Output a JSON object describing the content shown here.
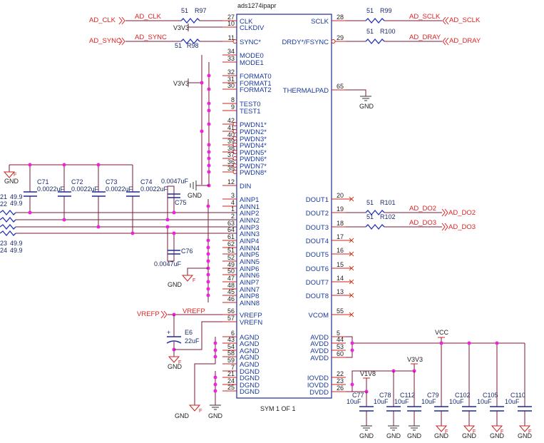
{
  "schematic": {
    "part_name": "ads1274ipapr",
    "symbol_label": "SYM 1 OF 1",
    "left_pins": [
      {
        "num": "27",
        "name": "CLK"
      },
      {
        "num": "10",
        "name": "CLKDIV"
      },
      {
        "num": "11",
        "name": "SYNC*"
      },
      {
        "num": "34",
        "name": "MODE0"
      },
      {
        "num": "33",
        "name": "MODE1"
      },
      {
        "num": "32",
        "name": "FORMAT0"
      },
      {
        "num": "31",
        "name": "FORMAT1"
      },
      {
        "num": "30",
        "name": "FORMAT2"
      },
      {
        "num": "8",
        "name": "TEST0"
      },
      {
        "num": "9",
        "name": "TEST1"
      },
      {
        "num": "42",
        "name": "PWDN1*"
      },
      {
        "num": "41",
        "name": "PWDN2*"
      },
      {
        "num": "40",
        "name": "PWDN3*"
      },
      {
        "num": "39",
        "name": "PWDN4*"
      },
      {
        "num": "38",
        "name": "PWDN5*"
      },
      {
        "num": "37",
        "name": "PWDN6*"
      },
      {
        "num": "36",
        "name": "PWDN7*"
      },
      {
        "num": "35",
        "name": "PWDN8*"
      },
      {
        "num": "12",
        "name": "DIN"
      },
      {
        "num": "3",
        "name": "AINP1"
      },
      {
        "num": "4",
        "name": "AINN1"
      },
      {
        "num": "1",
        "name": "AINP2"
      },
      {
        "num": "2",
        "name": "AINN2"
      },
      {
        "num": "63",
        "name": "AINP3"
      },
      {
        "num": "64",
        "name": "AINN3"
      },
      {
        "num": "61",
        "name": "AINP4"
      },
      {
        "num": "62",
        "name": "AINN4"
      },
      {
        "num": "51",
        "name": "AINP5"
      },
      {
        "num": "52",
        "name": "AINN5"
      },
      {
        "num": "49",
        "name": "AINP6"
      },
      {
        "num": "50",
        "name": "AINN6"
      },
      {
        "num": "47",
        "name": "AINP7"
      },
      {
        "num": "48",
        "name": "AINN7"
      },
      {
        "num": "45",
        "name": "AINP8"
      },
      {
        "num": "46",
        "name": "AINN8"
      },
      {
        "num": "56",
        "name": "VREFP"
      },
      {
        "num": "57",
        "name": "VREFN"
      },
      {
        "num": "6",
        "name": "AGND"
      },
      {
        "num": "43",
        "name": "AGND"
      },
      {
        "num": "54",
        "name": "AGND"
      },
      {
        "num": "58",
        "name": "AGND"
      },
      {
        "num": "59",
        "name": "AGND"
      },
      {
        "num": "7",
        "name": "DGND"
      },
      {
        "num": "21",
        "name": "DGND"
      },
      {
        "num": "24",
        "name": "DGND"
      },
      {
        "num": "25",
        "name": "DGND"
      }
    ],
    "right_pins": [
      {
        "num": "28",
        "name": "SCLK"
      },
      {
        "num": "29",
        "name": "DRDY*/FSYNC"
      },
      {
        "num": "65",
        "name": "THERMALPAD"
      },
      {
        "num": "20",
        "name": "DOUT1"
      },
      {
        "num": "19",
        "name": "DOUT2"
      },
      {
        "num": "18",
        "name": "DOUT3"
      },
      {
        "num": "17",
        "name": "DOUT4"
      },
      {
        "num": "16",
        "name": "DOUT5"
      },
      {
        "num": "15",
        "name": "DOUT6"
      },
      {
        "num": "14",
        "name": "DOUT7"
      },
      {
        "num": "13",
        "name": "DOUT8"
      },
      {
        "num": "55",
        "name": "VCOM"
      },
      {
        "num": "5",
        "name": "AVDD"
      },
      {
        "num": "44",
        "name": "AVDD"
      },
      {
        "num": "53",
        "name": "AVDD"
      },
      {
        "num": "60",
        "name": "AVDD"
      },
      {
        "num": "22",
        "name": "IOVDD"
      },
      {
        "num": "23",
        "name": "IOVDD"
      },
      {
        "num": "26",
        "name": "DVDD"
      }
    ],
    "resistors": [
      {
        "ref": "R97",
        "value": "51"
      },
      {
        "ref": "R98",
        "value": "51"
      },
      {
        "ref": "R99",
        "value": "51"
      },
      {
        "ref": "R100",
        "value": "51"
      },
      {
        "ref": "R101",
        "value": "51"
      },
      {
        "ref": "R102",
        "value": "51"
      },
      {
        "ref": "21",
        "value": "49.9"
      },
      {
        "ref": "22",
        "value": "49.9"
      },
      {
        "ref": "23",
        "value": "49.9"
      },
      {
        "ref": "24",
        "value": "49.9"
      }
    ],
    "capacitors": [
      {
        "ref": "C71",
        "value": "0.0022uF"
      },
      {
        "ref": "C72",
        "value": "0.0022uF"
      },
      {
        "ref": "C73",
        "value": "0.0022uF"
      },
      {
        "ref": "C74",
        "value": "0.0022uF"
      },
      {
        "ref": "C75",
        "value": "0.0047uF"
      },
      {
        "ref": "C76",
        "value": "0.0047uF"
      },
      {
        "ref": "E6",
        "value": "22uF"
      },
      {
        "ref": "C77",
        "value": "10uF"
      },
      {
        "ref": "C78",
        "value": "10uF"
      },
      {
        "ref": "C112",
        "value": "10uF"
      },
      {
        "ref": "C79",
        "value": "10uF"
      },
      {
        "ref": "C102",
        "value": "10uF"
      },
      {
        "ref": "C105",
        "value": "10uF"
      },
      {
        "ref": "C110",
        "value": "10uF"
      }
    ],
    "nets": {
      "ad_clk": "AD_CLK",
      "ad_sync": "AD_SYNC",
      "ad_sclk": "AD_SCLK",
      "ad_dray": "AD_DRAY",
      "ad_do2": "AD_DO2",
      "ad_do3": "AD_DO3",
      "vrefp": "VREFP",
      "v3v3": "V3V3",
      "v1v8": "V1V8",
      "vcc": "VCC",
      "gnd": "GND"
    }
  }
}
